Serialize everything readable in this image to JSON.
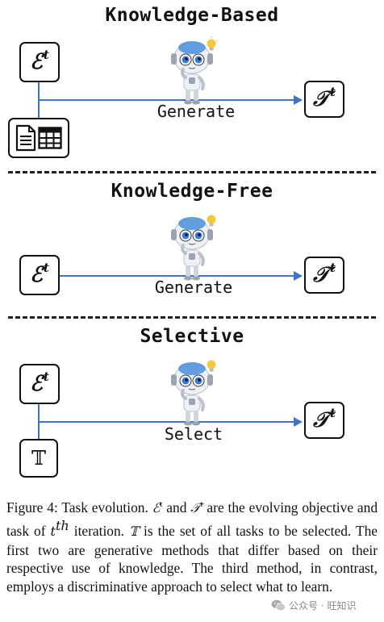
{
  "panels": [
    {
      "title": "Knowledge-Based",
      "action": "Generate",
      "source": "ℰ",
      "target": "𝒯",
      "superscript": "t"
    },
    {
      "title": "Knowledge-Free",
      "action": "Generate",
      "source": "ℰ",
      "target": "𝒯",
      "superscript": "t"
    },
    {
      "title": "Selective",
      "action": "Select",
      "source": "ℰ",
      "target": "𝒯",
      "superscript": "t",
      "set_symbol": "𝕋"
    }
  ],
  "caption": {
    "label": "Figure 4:",
    "p1": " Task evolution. ",
    "e": "ℰ",
    "t_sup": "t",
    "p2": " and ",
    "tau": "𝒯",
    "p3": " are the evolving objective and task of ",
    "iter": "t",
    "iter_sup": "th",
    "p4": " iteration. ",
    "set": "𝕋",
    "p5": " is the set of all tasks to be selected. The first two are generative methods that differ based on their respective use of knowledge. The third method, in contrast, employs a discriminative approach to select what to learn."
  },
  "watermark": "公众号 · 旺知识",
  "colors": {
    "arrow": "#4472c4",
    "robot_eye": "#3a7bd5",
    "bulb": "#f5c842"
  }
}
